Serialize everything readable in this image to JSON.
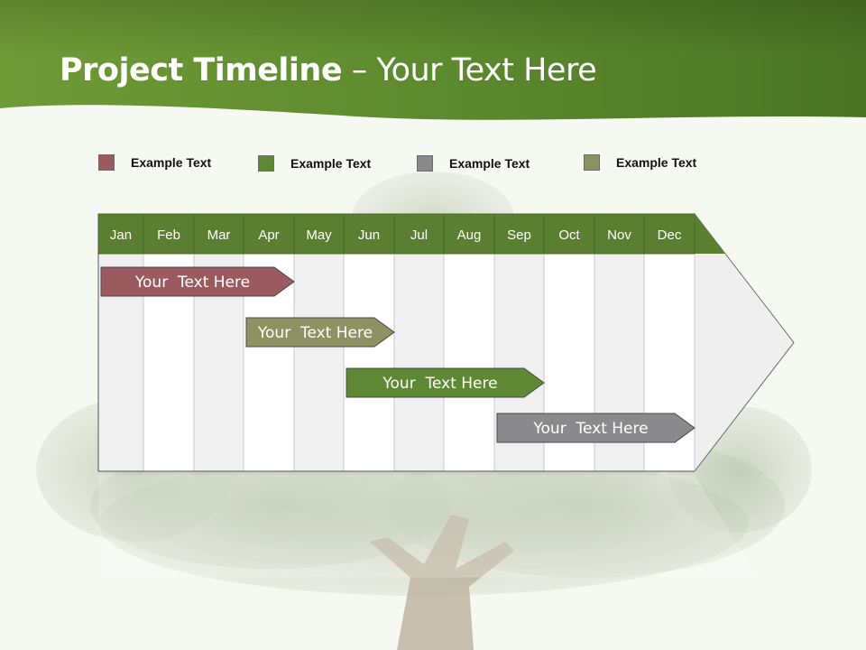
{
  "title": {
    "bold": "Project Timeline",
    "rest": " – Your Text Here"
  },
  "legend": [
    {
      "label": "Example Text",
      "color": "#9b5b5e"
    },
    {
      "label": "Example Text",
      "color": "#5e8834"
    },
    {
      "label": "Example Text",
      "color": "#8a8a8c"
    },
    {
      "label": "Example Text",
      "color": "#8e9262"
    }
  ],
  "months": [
    "Jan",
    "Feb",
    "Mar",
    "Apr",
    "May",
    "Jun",
    "Jul",
    "Aug",
    "Sep",
    "Oct",
    "Nov",
    "Dec"
  ],
  "tasks": [
    {
      "label": "Your  Text Here",
      "color": "#9b5b5e",
      "start_month": "Jan",
      "end_month": "Apr"
    },
    {
      "label": "Your  Text Here",
      "color": "#8e9262",
      "start_month": "Apr",
      "end_month": "Jun"
    },
    {
      "label": "Your  Text Here",
      "color": "#5e8834",
      "start_month": "Jun",
      "end_month": "Sep"
    },
    {
      "label": "Your  Text Here",
      "color": "#8a8a8c",
      "start_month": "Sep",
      "end_month": "Dec"
    }
  ],
  "colors": {
    "header_green": "#5a7f30",
    "title_band": "#4f7a2a",
    "grid_shade": "#f0f0f0"
  }
}
